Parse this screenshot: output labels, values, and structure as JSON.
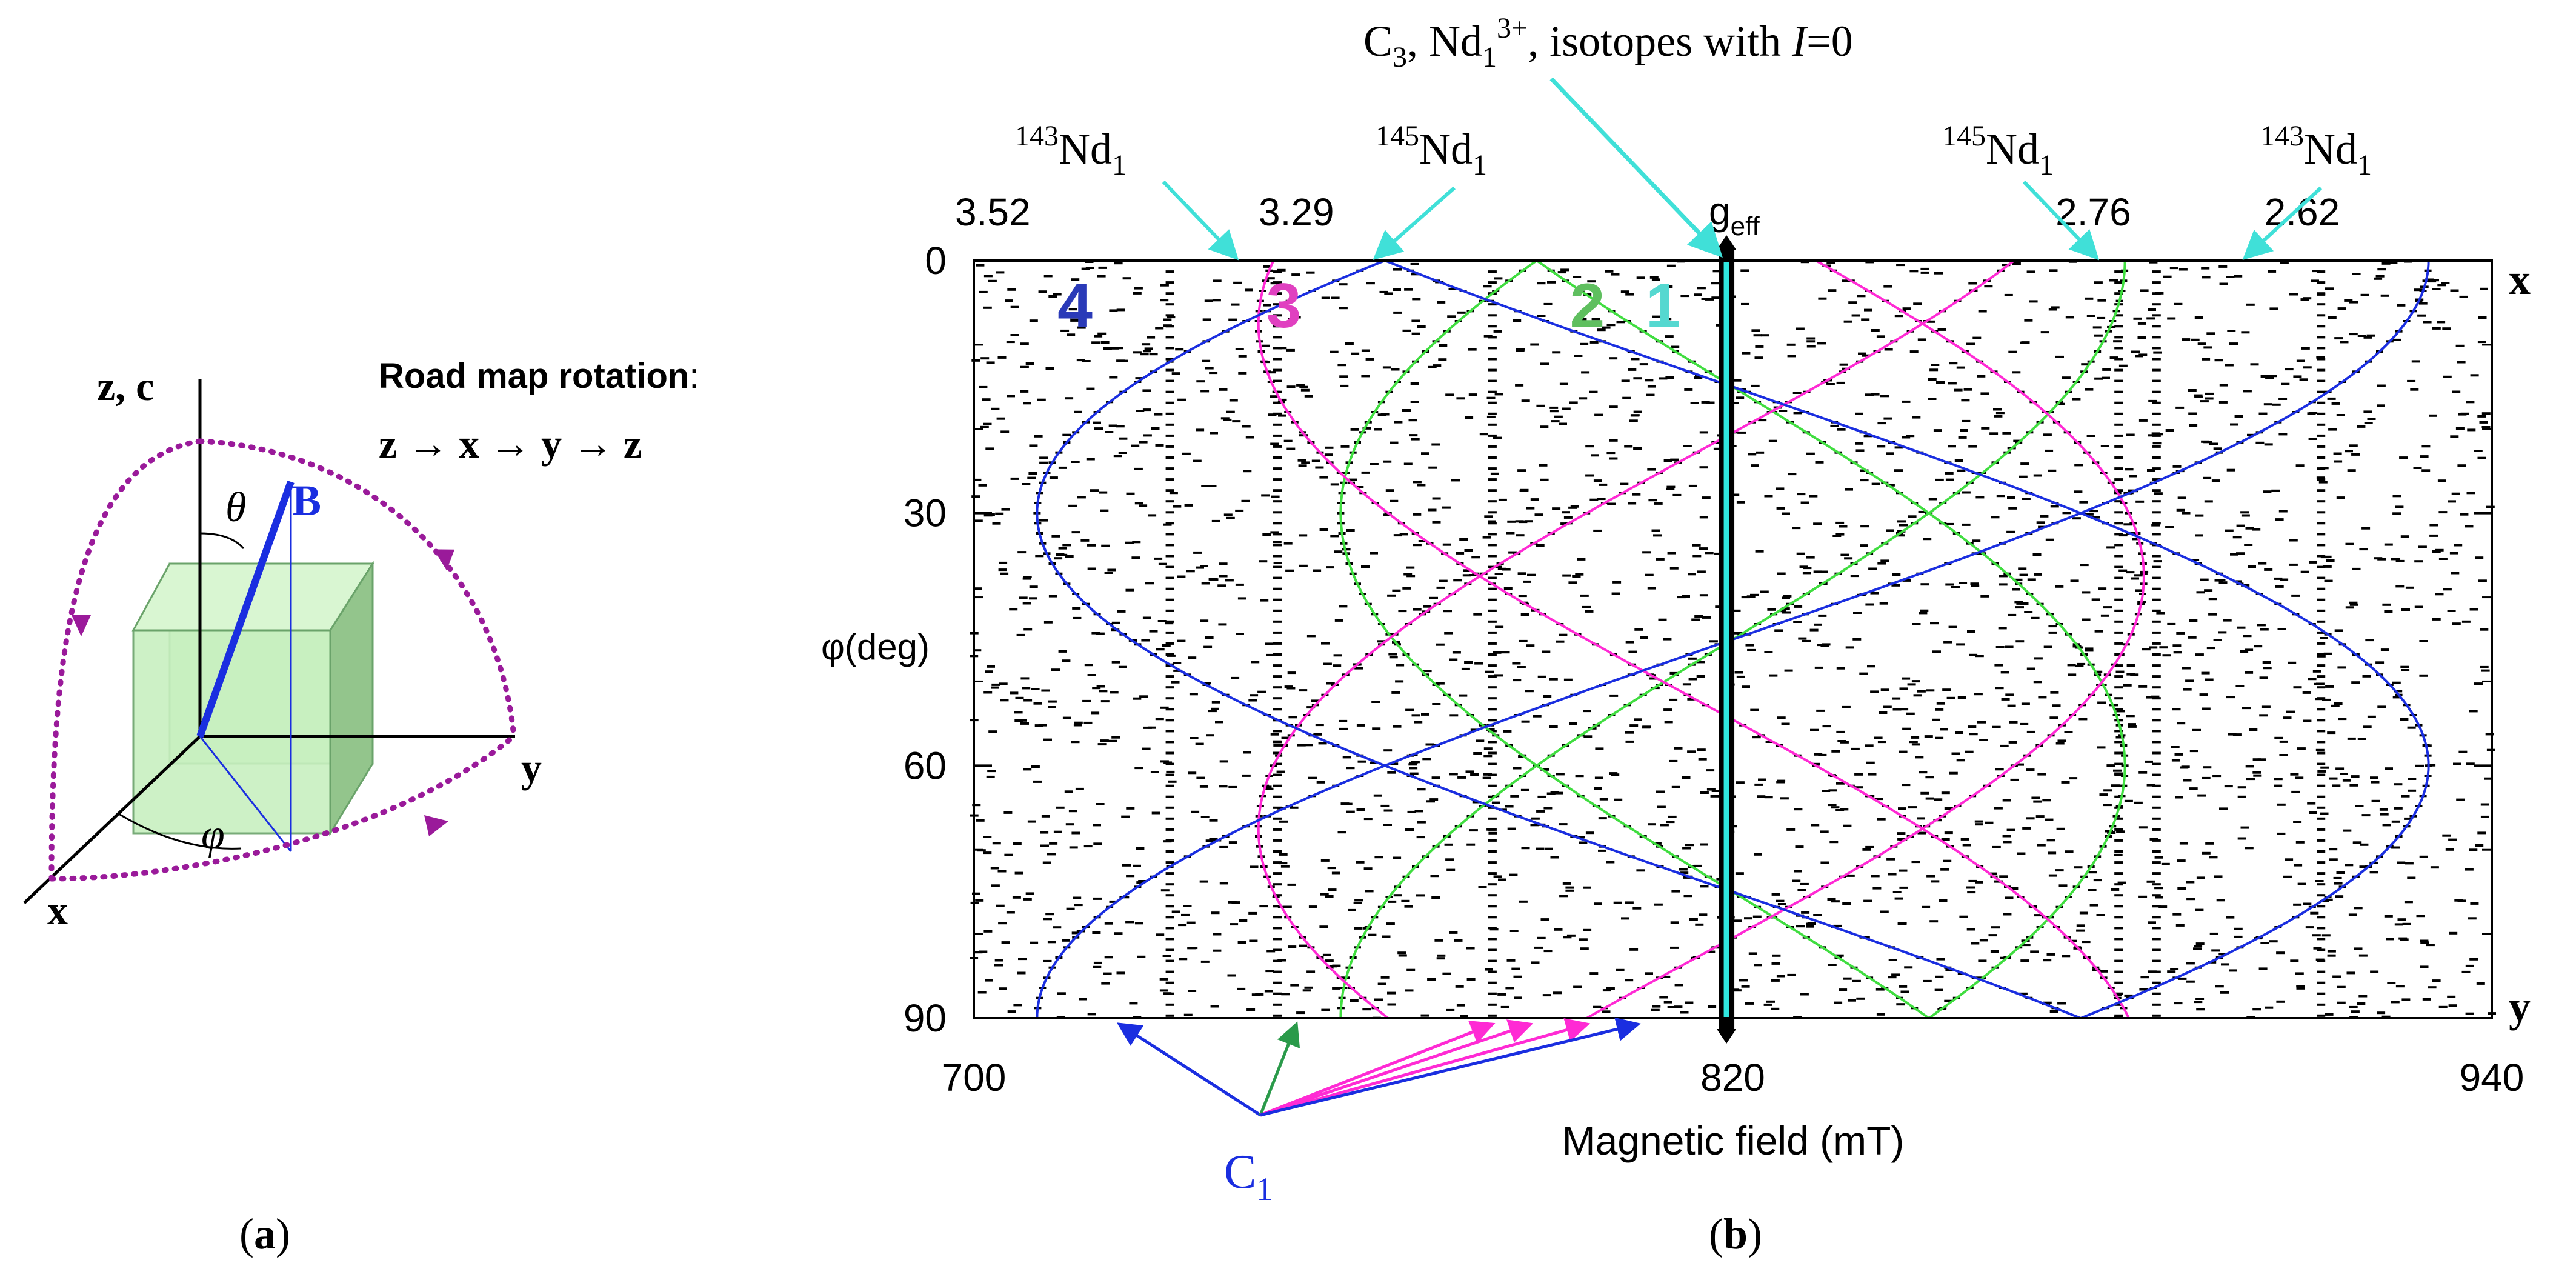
{
  "panel_a": {
    "caption": "(a)",
    "caption_open": "(",
    "caption_letter": "a",
    "caption_close": ")",
    "axis_z_label": "z, c",
    "axis_y_label": "y",
    "axis_x_label": "x",
    "vector_label": "B",
    "theta_label": "θ",
    "phi_label": "φ",
    "rotation_title": "Road map rotation",
    "rotation_title_suffix": ":",
    "rotation_sequence": "z → x → y → z",
    "colors": {
      "cube_front": "#c8f0c0",
      "cube_side": "#93c58c",
      "cube_edge": "#6aa36a",
      "vector": "#1a2ee0",
      "path": "#9a1a9a"
    }
  },
  "panel_b": {
    "caption": "(b)",
    "caption_open": "(",
    "caption_letter": "b",
    "caption_close": ")",
    "top_annotation": {
      "prefix": "C",
      "prefix_sub": "3",
      "mid": ", Nd",
      "mid_sub": "1",
      "mid_sup": "3+",
      "rest": ", isotopes with ",
      "var": "I",
      "eq": "=0"
    },
    "isotope_labels": [
      {
        "mass": "143",
        "element": "Nd",
        "sub": "1"
      },
      {
        "mass": "145",
        "element": "Nd",
        "sub": "1"
      },
      {
        "mass": "145",
        "element": "Nd",
        "sub": "1"
      },
      {
        "mass": "143",
        "element": "Nd",
        "sub": "1"
      }
    ],
    "geff_label": {
      "base": "g",
      "sub": "eff"
    },
    "c1_label": {
      "base": "C",
      "sub": "1"
    },
    "right_axis_labels": [
      "x",
      "y"
    ],
    "center_id_label": "1",
    "colors": {
      "site1": "#30e8e0",
      "site2": "#40dd40",
      "site3": "#ff2ad4",
      "site4": "#1a2ee0",
      "dots": "#000000",
      "arrow": "#40e0d8",
      "site2_label": "#5fbf5f",
      "site3_label": "#e040c0",
      "site4_label": "#2a3ab8",
      "site1_label": "#55d8d0"
    }
  },
  "chart_data": {
    "type": "scatter",
    "xlabel": "Magnetic field (mT)",
    "ylabel": "φ(deg)",
    "xlim": [
      700,
      940
    ],
    "ylim": [
      0,
      90
    ],
    "x_ticks": [
      700,
      820,
      940
    ],
    "y_ticks": [
      0,
      30,
      60,
      90
    ],
    "top_g_ticks": [
      "3.52",
      "3.29",
      "2.76",
      "2.62"
    ],
    "top_g_positions_mT": [
      703,
      751,
      877,
      910
    ],
    "isotope_positions_mT": [
      731,
      748,
      782,
      881,
      887,
      913
    ],
    "site1_field_mT": 819,
    "series": [
      {
        "name": "1",
        "center": 819,
        "amplitude": 0,
        "phase_deg": 0
      },
      {
        "name": "2",
        "center": 820,
        "amplitude": 62,
        "phase_deg": 0
      },
      {
        "name": "2",
        "center": 820,
        "amplitude": 62,
        "phase_deg": 120
      },
      {
        "name": "2",
        "center": 820,
        "amplitude": 62,
        "phase_deg": 240
      },
      {
        "name": "3",
        "center": 815,
        "amplitude": 70,
        "phase_deg": 45
      },
      {
        "name": "3",
        "center": 815,
        "amplitude": 70,
        "phase_deg": 165
      },
      {
        "name": "3",
        "center": 815,
        "amplitude": 70,
        "phase_deg": 285
      },
      {
        "name": "4",
        "center": 820,
        "amplitude": 110,
        "phase_deg": 0
      },
      {
        "name": "4",
        "center": 820,
        "amplitude": 110,
        "phase_deg": 120
      },
      {
        "name": "4",
        "center": 820,
        "amplitude": 110,
        "phase_deg": 240
      }
    ],
    "site_labels": [
      {
        "name": "4",
        "field_mT": 716
      },
      {
        "name": "3",
        "field_mT": 749
      },
      {
        "name": "2",
        "field_mT": 797
      },
      {
        "name": "1",
        "field_mT": 809
      }
    ],
    "c1_arrow_targets_mT": [
      723,
      751,
      782,
      788,
      797,
      805
    ],
    "c1_arrow_target_sites": [
      "4",
      "2",
      "3",
      "3",
      "3",
      "4"
    ]
  }
}
